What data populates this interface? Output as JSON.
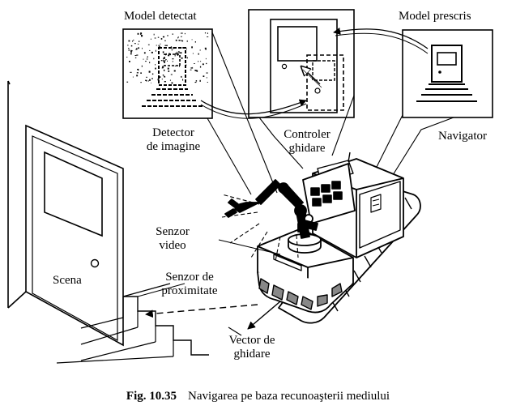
{
  "labels": {
    "model_detectat": "Model detectat",
    "model_prescris": "Model prescris",
    "detector_imagine": [
      "Detector",
      "de imagine"
    ],
    "controler_ghidare": [
      "Controler",
      "ghidare"
    ],
    "navigator": "Navigator",
    "senzor_video": [
      "Senzor",
      "video"
    ],
    "scena": "Scena",
    "senzor_proximitate": [
      "Senzor de",
      "proximitate"
    ],
    "vector_ghidare": [
      "Vector de",
      "ghidare"
    ]
  },
  "caption": {
    "fig": "Fig. 10.35",
    "text": "Navigarea pe baza recunoaşterii mediului"
  },
  "colors": {
    "ink": "#000000",
    "paper": "#ffffff",
    "pad_grey": "#888888"
  }
}
